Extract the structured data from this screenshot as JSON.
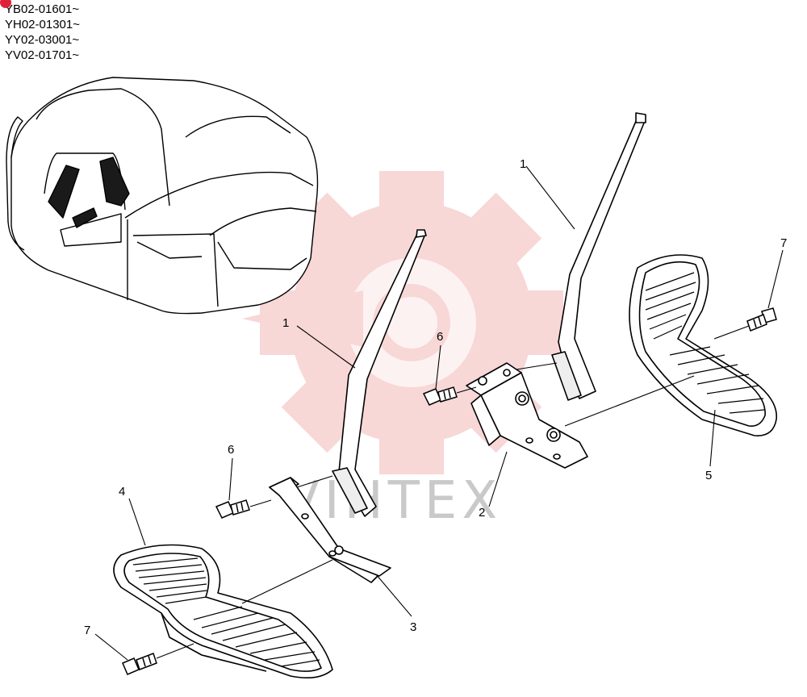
{
  "serial_numbers": [
    "YB02-01601~",
    "YH02-01301~",
    "YY02-03001~",
    "YV02-01701~"
  ],
  "watermark": {
    "text": "VIHTEX",
    "color": "#f4b8b8"
  },
  "callouts": {
    "c1a": "1",
    "c1b": "1",
    "c2": "2",
    "c3": "3",
    "c4": "4",
    "c5": "5",
    "c6a": "6",
    "c6b": "6",
    "c7a": "7",
    "c7b": "7"
  },
  "colors": {
    "line": "#000000",
    "accent_dot": "#e0203a"
  }
}
